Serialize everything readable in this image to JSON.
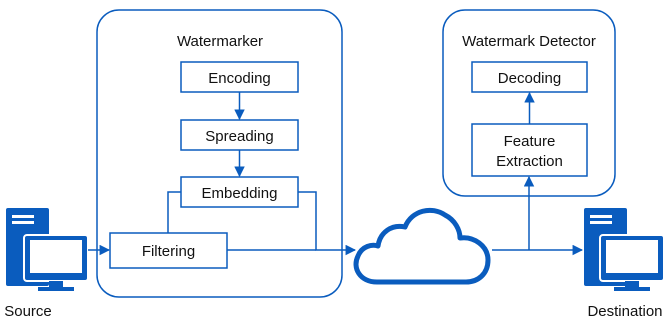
{
  "colors": {
    "stroke": "#0A5CBE",
    "fill": "#0A5CBE",
    "background": "#FFFFFF",
    "text": "#111111"
  },
  "watermarker": {
    "title": "Watermarker",
    "steps": {
      "encoding": "Encoding",
      "spreading": "Spreading",
      "embedding": "Embedding",
      "filtering": "Filtering"
    }
  },
  "detector": {
    "title": "Watermark Detector",
    "steps": {
      "decoding": "Decoding",
      "feature_line1": "Feature",
      "feature_line2": "Extraction"
    }
  },
  "endpoints": {
    "source_label": "Source",
    "destination_label": "Destination",
    "source_icon": "computer-server-icon",
    "destination_icon": "computer-server-icon",
    "channel_icon": "cloud-icon"
  }
}
